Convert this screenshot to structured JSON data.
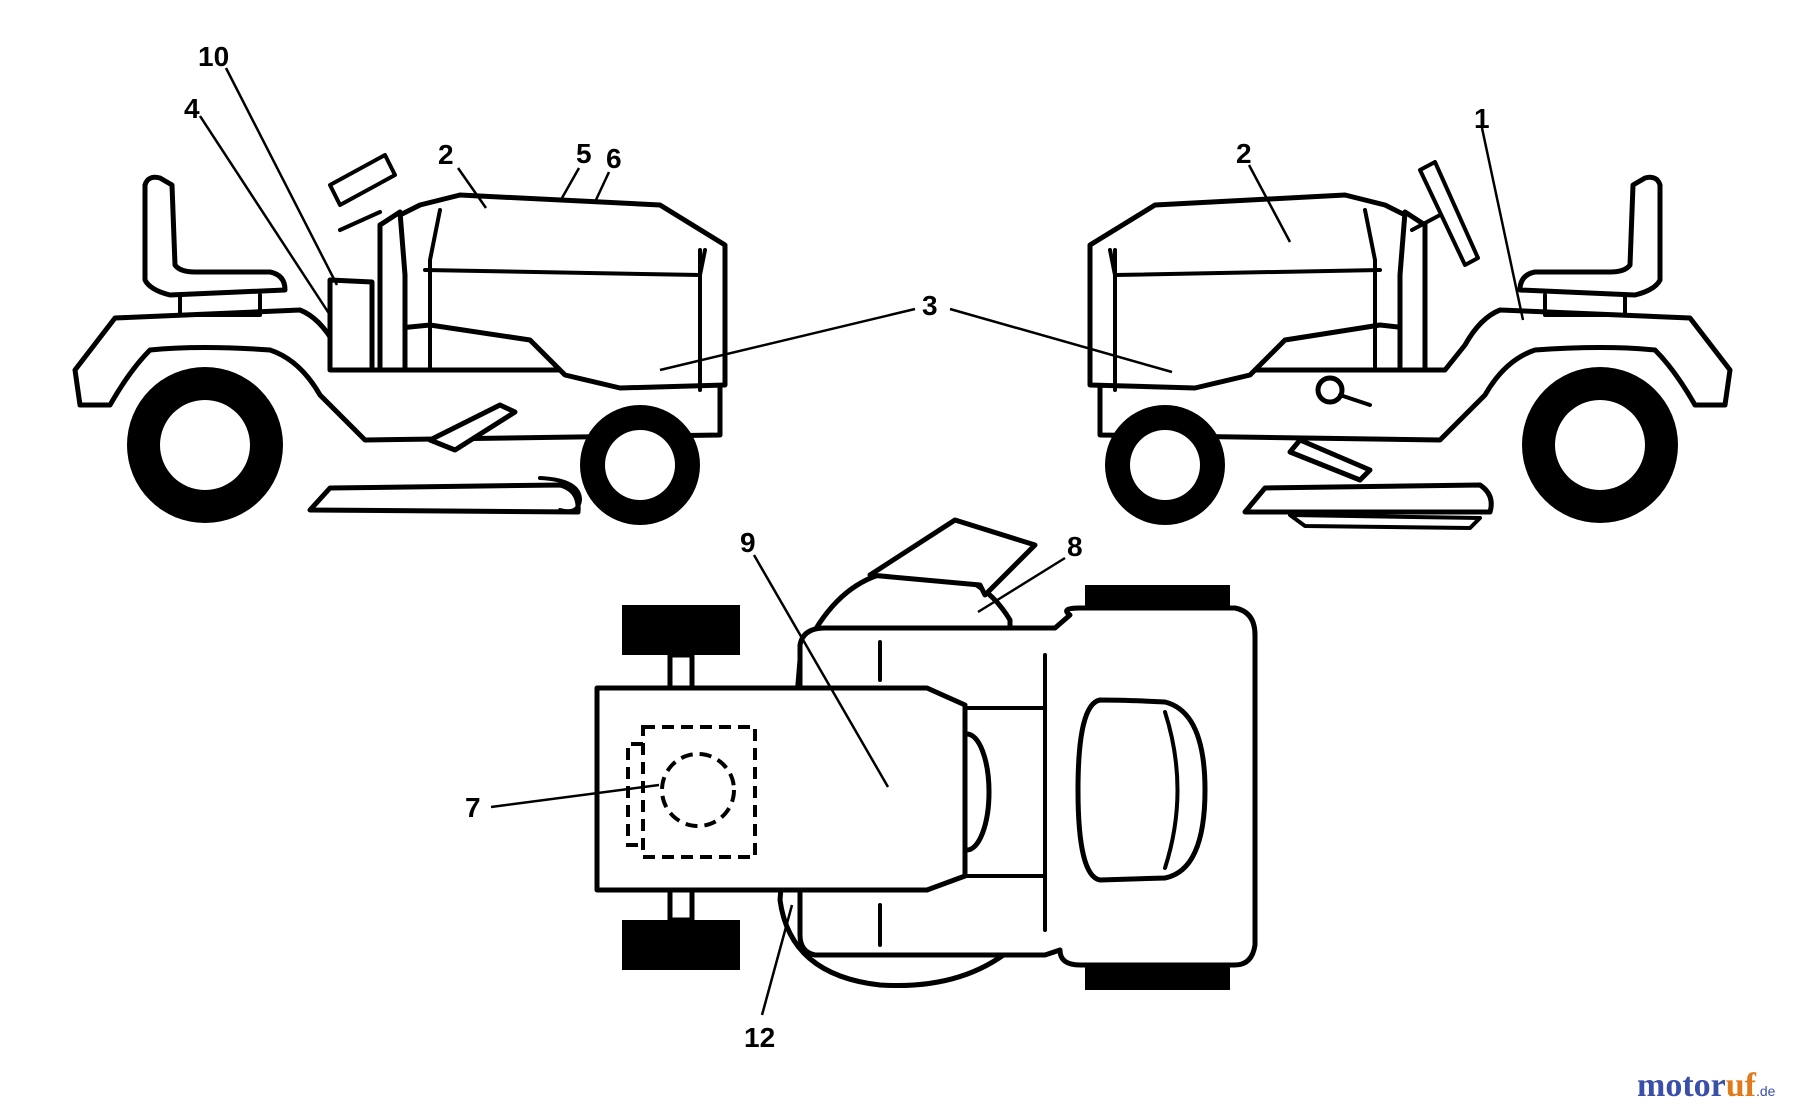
{
  "callouts": {
    "c1": "1",
    "c2_left": "2",
    "c2_right": "2",
    "c3": "3",
    "c4": "4",
    "c5": "5",
    "c6": "6",
    "c7": "7",
    "c8": "8",
    "c9": "9",
    "c10": "10",
    "c12": "12"
  },
  "watermark": {
    "part1": "motor",
    "part2": "uf",
    "suffix": ".de"
  }
}
